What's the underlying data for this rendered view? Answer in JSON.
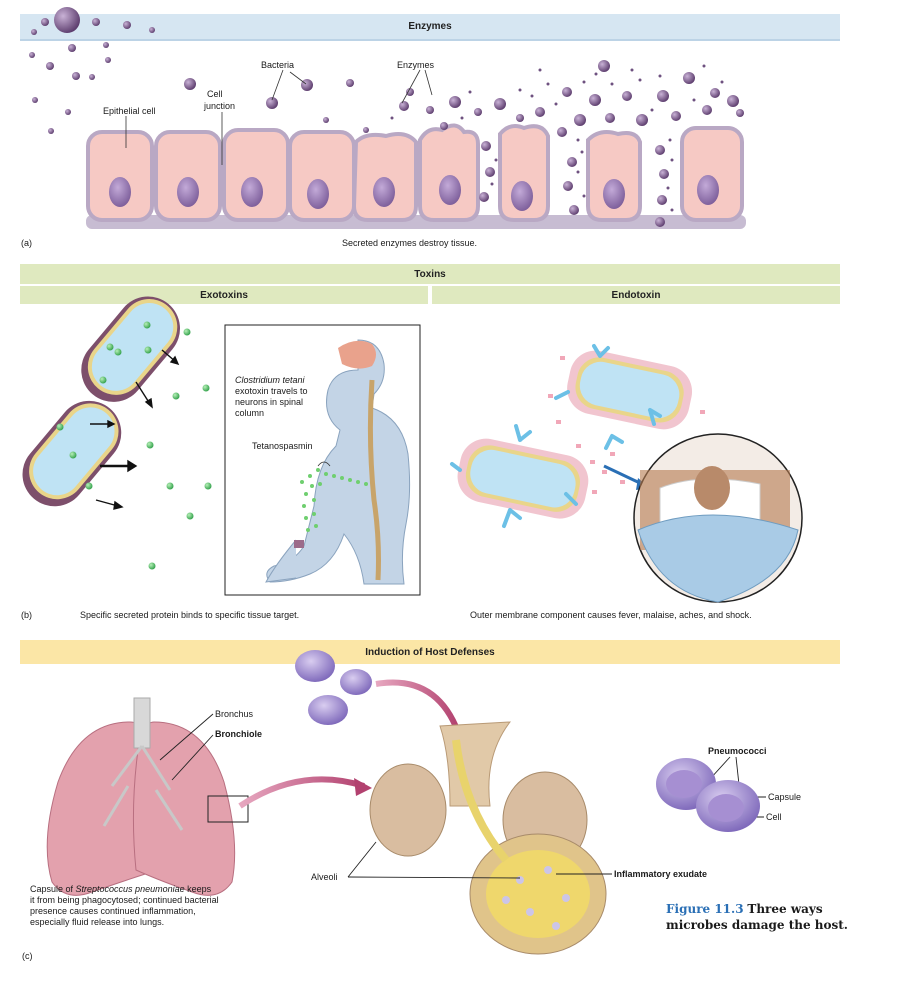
{
  "panel_a": {
    "header": "Enzymes",
    "letter": "(a)",
    "labels": {
      "bacteria": "Bacteria",
      "enzymes": "Enzymes",
      "cell_junction_1": "Cell",
      "cell_junction_2": "junction",
      "epithelial_cell": "Epithelial cell"
    },
    "caption": "Secreted enzymes destroy tissue."
  },
  "panel_b": {
    "header": "Toxins",
    "exotoxins": "Exotoxins",
    "endotoxin": "Endotoxin",
    "letter": "(b)",
    "clostridium_1": "Clostridium tetani",
    "clostridium_2": "exotoxin travels to",
    "clostridium_3": "neurons in spinal",
    "clostridium_4": "column",
    "tetanospasmin": "Tetanospasmin",
    "caption_left": "Specific secreted protein binds to specific tissue target.",
    "caption_right": "Outer membrane component causes fever, malaise, aches, and shock."
  },
  "panel_c": {
    "header": "Induction of Host Defenses",
    "letter": "(c)",
    "bronchus": "Bronchus",
    "bronchiole": "Bronchiole",
    "alveoli": "Alveoli",
    "inflammatory_exudate": "Inflammatory exudate",
    "pneumococci": "Pneumococci",
    "capsule": "Capsule",
    "cell": "Cell",
    "caption_1a": "Capsule of ",
    "caption_1b": "Streptococcus pneumoniae",
    "caption_1c": " keeps",
    "caption_2": "it from being phagocytosed; continued bacterial",
    "caption_3": "presence causes continued inflammation,",
    "caption_4": "especially fluid release into lungs."
  },
  "figure": {
    "number": "Figure 11.3",
    "title_1": "Three ways",
    "title_2": "microbes damage the host."
  },
  "colors": {
    "cell_fill": "#f6c9c4",
    "cell_border": "#b9a8c4",
    "nucleus": "#9a7fb4",
    "enzyme": "#6f4f80",
    "bacterium_fill": "#bfe3f4",
    "bacterium_wall": "#7d4f6b",
    "toxin_dot": "#4cbf63",
    "pink_arrow": "#c45a86"
  }
}
